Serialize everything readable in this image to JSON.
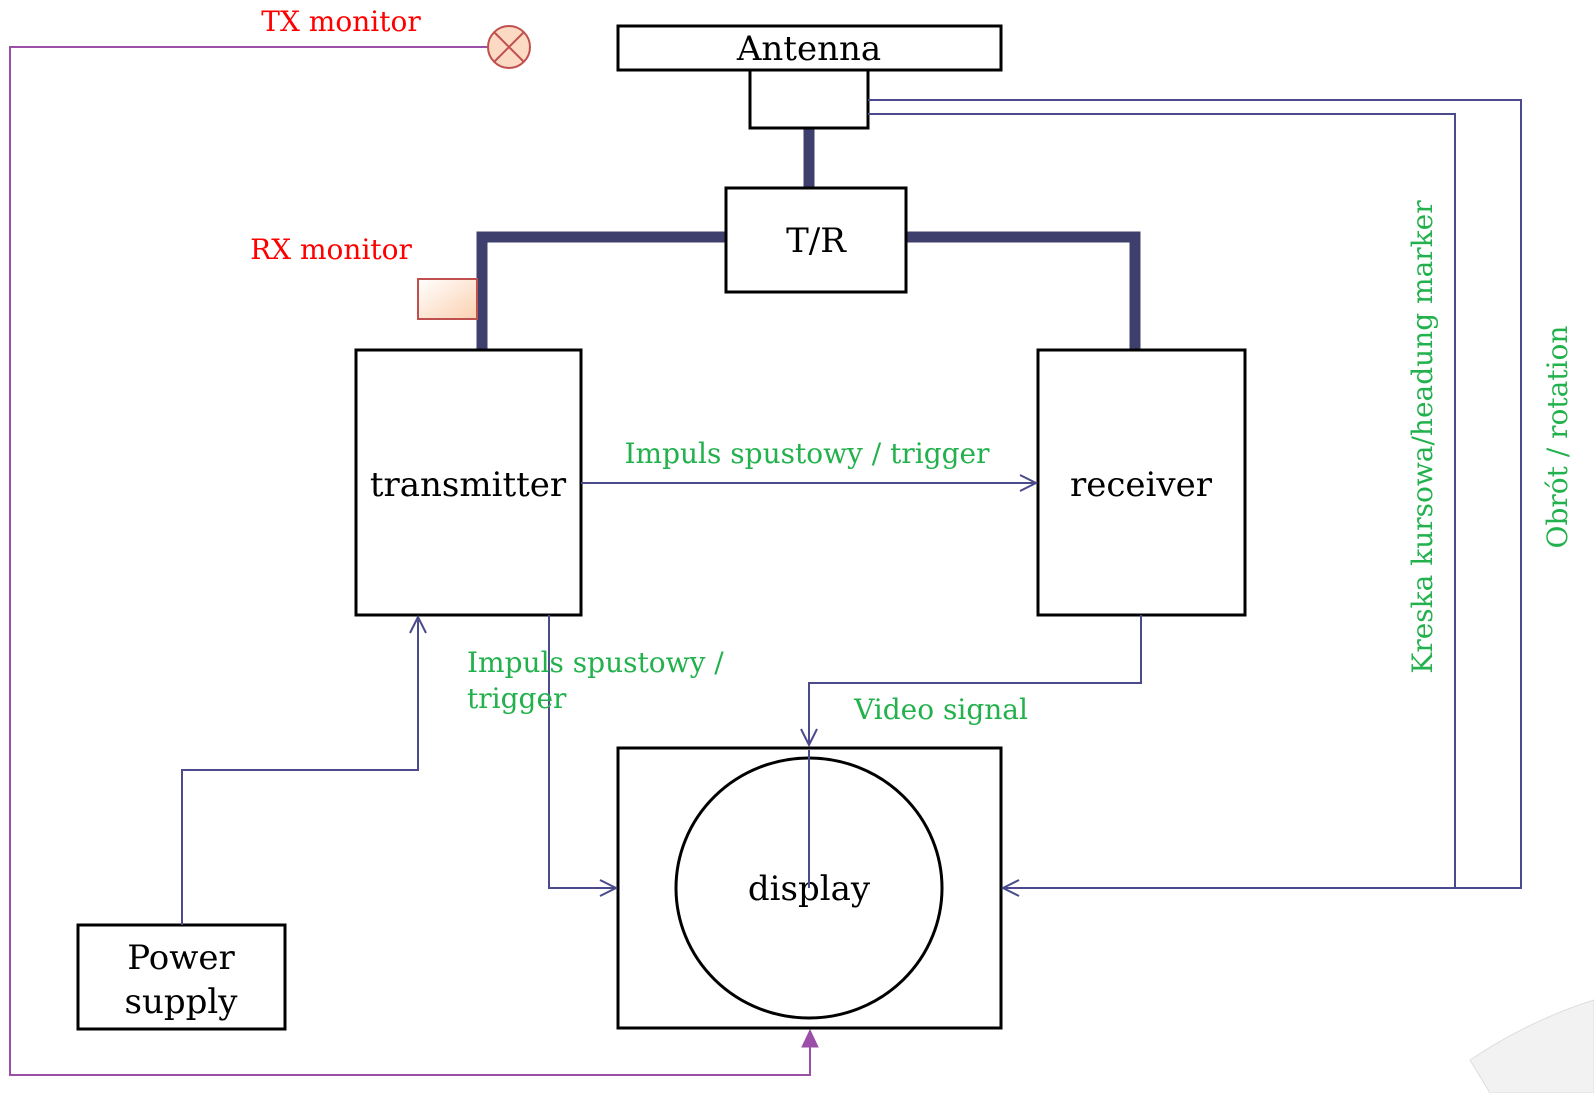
{
  "diagram": {
    "blocks": {
      "antenna": "Antenna",
      "tr": "T/R",
      "transmitter": "transmitter",
      "receiver": "receiver",
      "display": "display",
      "power_line1": "Power",
      "power_line2": "supply"
    },
    "labels": {
      "tx_monitor": "TX monitor",
      "rx_monitor": "RX monitor",
      "trigger_horizontal": "Impuls spustowy / trigger",
      "trigger_vertical_line1": "Impuls spustowy /",
      "trigger_vertical_line2": "trigger",
      "video_signal": "Video signal",
      "heading_marker": "Kreska kursowa/headung marker",
      "rotation": "Obrót / rotation"
    },
    "colors": {
      "block_stroke": "#000000",
      "waveguide": "#3f3f6e",
      "signal_line": "#4a4a8c",
      "monitor_line": "#9b4fa8",
      "green_text": "#22b14c",
      "red_text": "#ff0000",
      "tx_lamp_fill": "#fbd9c3",
      "tx_lamp_stroke": "#c0504d"
    },
    "icons": {
      "tx_monitor": "lamp-icon",
      "rx_monitor": "coupler-icon"
    }
  }
}
